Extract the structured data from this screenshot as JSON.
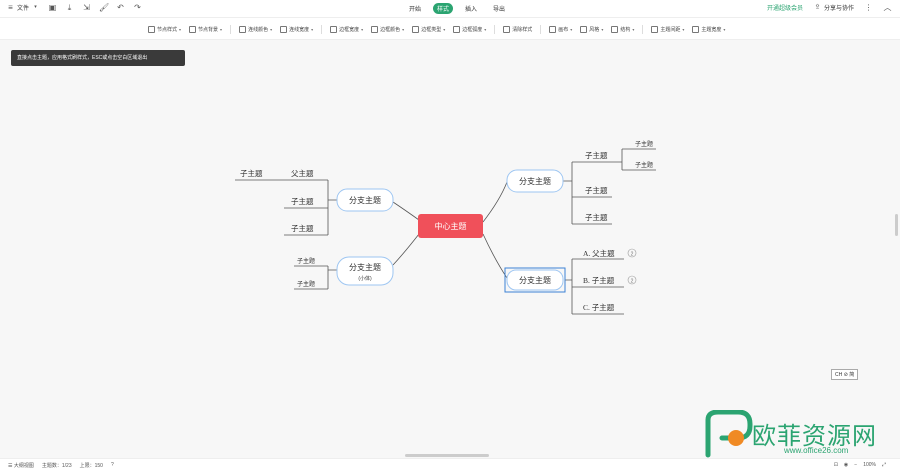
{
  "topbar": {
    "file_label": "文件",
    "tabs": [
      "开始",
      "样式",
      "插入",
      "导出"
    ],
    "active_tab": "样式",
    "vip_label": "开通超级会员",
    "share_label": "分享与协作"
  },
  "toolbar": {
    "items": [
      "节点样式",
      "节点背景",
      "连线颜色",
      "连线宽度",
      "边框宽度",
      "边框颜色",
      "边框类型",
      "边框弧度",
      "清除样式",
      "画布",
      "风格",
      "结构",
      "主题间距",
      "主题宽度"
    ]
  },
  "tooltip": "直接点击主题，应用格式刷样式，ESC或点击空白区域退出",
  "mindmap": {
    "center": "中心主题",
    "branches": {
      "top_right": "分支主题",
      "bottom_right": "分支主题",
      "top_left": "分支主题",
      "bottom_left": "分支主题",
      "bottom_left_note": "(小体)"
    },
    "subs": {
      "tr1": "子主题",
      "tr1a": "子主题",
      "tr1b": "子主题",
      "tr2": "子主题",
      "tr3": "子主题",
      "br1": "A. 父主题",
      "br2": "B. 子主题",
      "br3": "C. 子主题",
      "tl_parent": "父主题",
      "tl_child": "子主题",
      "tl2": "子主题",
      "tl3": "子主题",
      "bl1": "子主题",
      "bl2": "子主题"
    },
    "badge": "2"
  },
  "ime": "CH ⊘ 简",
  "status": {
    "outline_view": "大纲视图",
    "topic_count": "主题数：1/23",
    "limit": "上限：150",
    "zoom": "100%"
  },
  "watermark": {
    "cn": "欧菲资源网",
    "url": "www.office26.com"
  },
  "colors": {
    "accent": "#2ba471",
    "center_fill": "#f0505a",
    "branch_border": "#9ec6f2"
  }
}
